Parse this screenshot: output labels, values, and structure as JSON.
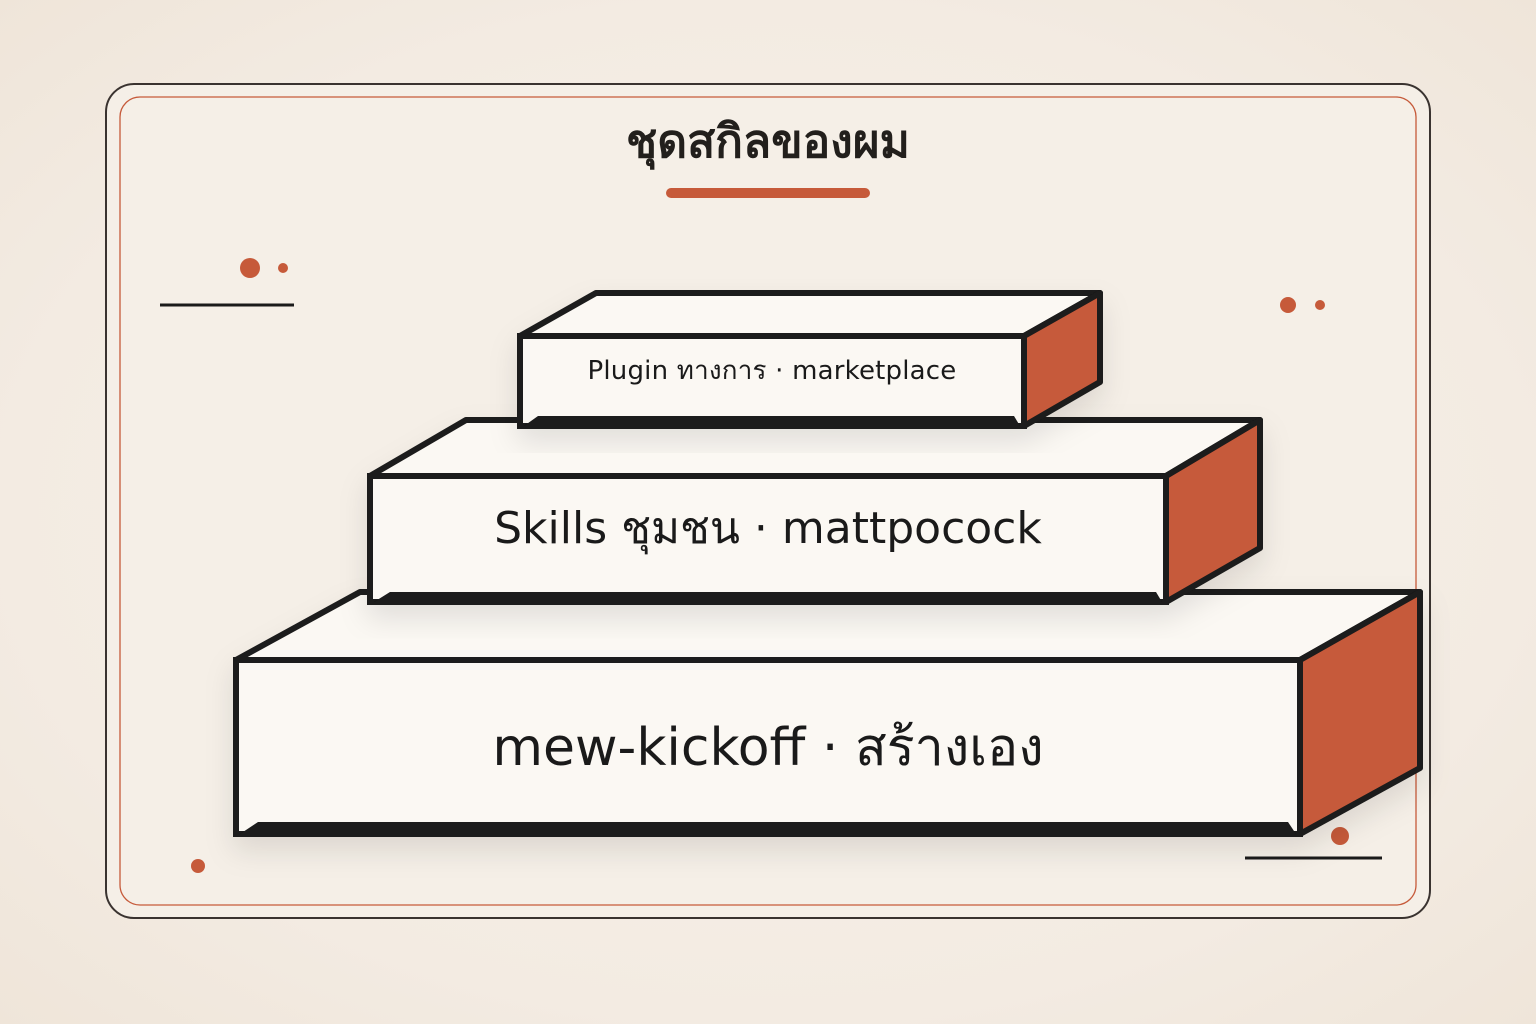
{
  "title": "ชุดสกิลของผม",
  "tiers": [
    {
      "label": "Plugin ทางการ · marketplace"
    },
    {
      "label": "Skills ชุมชน · mattpocock"
    },
    {
      "label": "mew-kickoff · สร้างเอง"
    }
  ],
  "colors": {
    "background": "#f3ebe2",
    "card": "#f5efe7",
    "accent": "#c65a3a",
    "outline": "#1a1a1a",
    "face": "#fbf8f3"
  }
}
